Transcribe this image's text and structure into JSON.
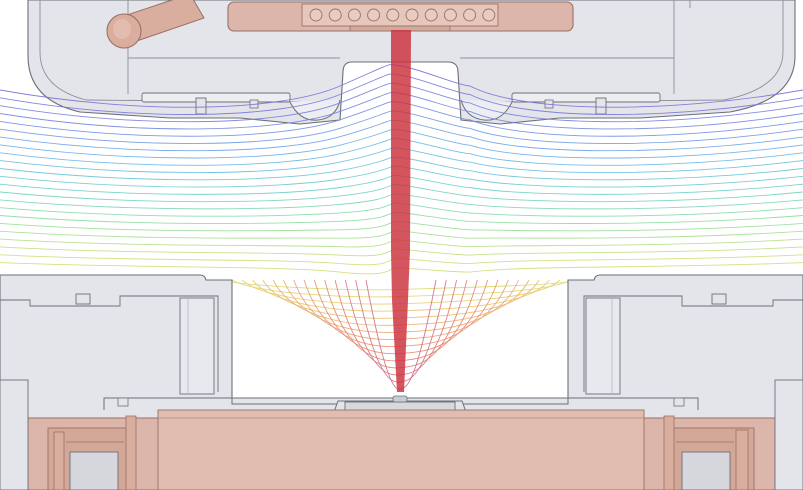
{
  "scene": {
    "kind": "electrostatic-lens-cross-section",
    "structures": [
      "upper-electrode-housing",
      "upper-mounting-bracket",
      "lower-electrode-assembly",
      "lower-copper-base",
      "feedthrough-tube"
    ]
  },
  "field_lines": {
    "count": 38,
    "colormap": "rainbow",
    "colors": [
      "#7a6fd6",
      "#6f8fe0",
      "#66b9e6",
      "#6fd0c8",
      "#8fdc9a",
      "#c8e07a",
      "#e6d36a",
      "#eda76a",
      "#e7826f",
      "#d06a86"
    ]
  },
  "beam": {
    "color": "#cc2f3c",
    "opacity": 0.82
  },
  "colors": {
    "background": "#ffffff",
    "metal": "#e3e5ea",
    "metal_edge": "#6c6f78",
    "copper": "#dcb6ab",
    "copper_edge": "#9a7064"
  }
}
